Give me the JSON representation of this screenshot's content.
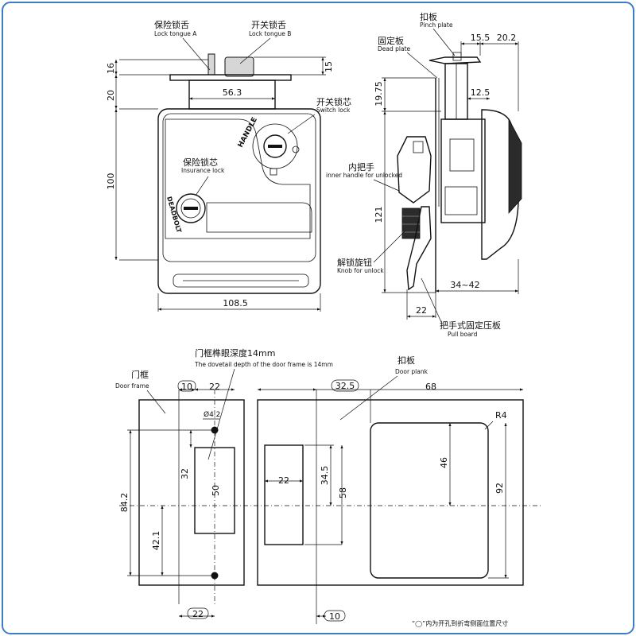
{
  "labels": {
    "lock_tongue_a_cn": "保险锁舌",
    "lock_tongue_a_en": "Lock tongue A",
    "lock_tongue_b_cn": "开关锁舌",
    "lock_tongue_b_en": "Lock tongue B",
    "switch_lock_cn": "开关锁芯",
    "switch_lock_en": "Switch lock",
    "insurance_lock_cn": "保险锁芯",
    "insurance_lock_en": "Insurance lock",
    "pinch_plate_cn": "扣板",
    "pinch_plate_en": "Pinch plate",
    "dead_plate_cn": "固定板",
    "dead_plate_en": "Dead plate",
    "inner_handle_cn": "内把手",
    "inner_handle_en": "inner handle for unlocked",
    "knob_cn": "解锁旋钮",
    "knob_en": "Knob for unlock",
    "pull_board_cn": "把手式固定压板",
    "pull_board_en": "Pull board",
    "dovetail_cn": "门框榫眼深度14mm",
    "dovetail_en": "The dovetail depth of the door frame is 14mm",
    "door_frame_cn": "门框",
    "door_frame_en": "Door frame",
    "door_plank_cn": "扣板",
    "door_plank_en": "Door plank",
    "handle_text": "HANDLE",
    "deadbolt_text": "DEADBOLT",
    "footnote": "“◯”内为开孔到折弯侧面位置尺寸"
  },
  "dimensions": {
    "front_16": "16",
    "front_15": "15",
    "front_20": "20",
    "front_56_3": "56.3",
    "front_100": "100",
    "front_108_5": "108.5",
    "side_15_5": "15.5",
    "side_20_2": "20.2",
    "side_19_75": "19.75",
    "side_12_5": "12.5",
    "side_121": "121",
    "side_34_42": "34~42",
    "side_22": "22",
    "frame_10": "10",
    "frame_22_top": "22",
    "frame_phi": "Ø4.2",
    "frame_32": "32",
    "frame_50": "50",
    "frame_84_2": "84.2",
    "frame_42_1": "42.1",
    "frame_22_bottom": "22",
    "plank_32_5": "32.5",
    "plank_68": "68",
    "plank_r4": "R4",
    "plank_34_5": "34.5",
    "plank_58": "58",
    "plank_22": "22",
    "plank_46": "46",
    "plank_92": "92",
    "plank_10": "10"
  },
  "colors": {
    "border": "#3a7fc4",
    "line": "#111111"
  }
}
